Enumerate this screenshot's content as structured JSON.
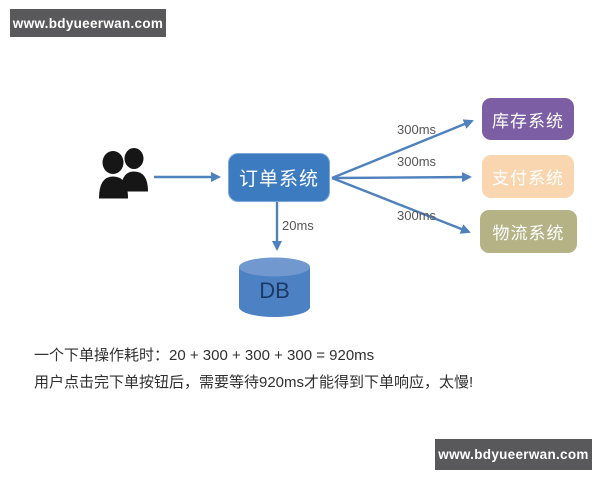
{
  "watermarks": {
    "top_left": "www.bdyueerwan.com",
    "bottom_right": "www.bdyueerwan.com"
  },
  "diagram": {
    "nodes": {
      "user": {
        "icon": "users-icon"
      },
      "order": {
        "label": "订单系统",
        "color": "#3d7bc1"
      },
      "inventory": {
        "label": "库存系统",
        "color": "#7b5ea3"
      },
      "payment": {
        "label": "支付系统",
        "color": "#f9d6af"
      },
      "logistics": {
        "label": "物流系统",
        "color": "#b5b286"
      },
      "db": {
        "label": "DB",
        "color": "#4c81c3"
      }
    },
    "edges": [
      {
        "from": "user",
        "to": "order",
        "label": ""
      },
      {
        "from": "order",
        "to": "db",
        "label": "20ms"
      },
      {
        "from": "order",
        "to": "inventory",
        "label": "300ms"
      },
      {
        "from": "order",
        "to": "payment",
        "label": "300ms"
      },
      {
        "from": "order",
        "to": "logistics",
        "label": "300ms"
      }
    ]
  },
  "notes": {
    "line1": "一个下单操作耗时：20 + 300 + 300 + 300 = 920ms",
    "line2": "用户点击完下单按钮后，需要等待920ms才能得到下单响应，太慢!"
  },
  "colors": {
    "arrow": "#4f81bd",
    "watermark_bg": "#59595b",
    "edge_label_text": "#555555",
    "note_text": "#303030",
    "db_text": "#1b3a66",
    "user_icon": "#161616"
  }
}
